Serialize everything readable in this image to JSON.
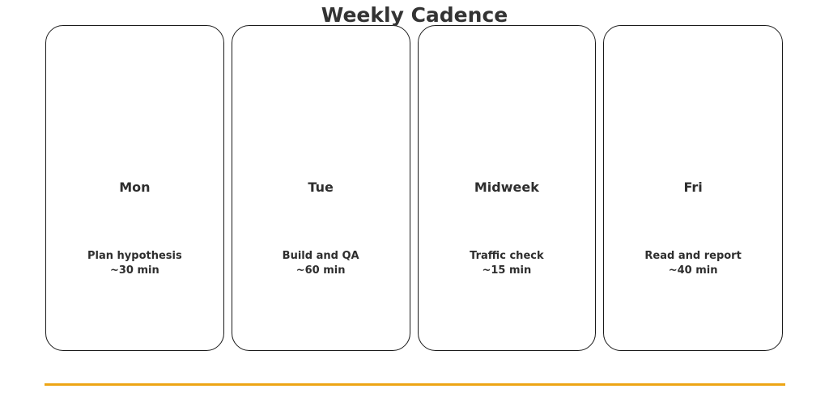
{
  "header": {
    "title": "Weekly Cadence"
  },
  "theme": {
    "background": "#ffffff",
    "card_border": "#1a1a1a",
    "text": "#2e2e2e",
    "title_text": "#333333",
    "accent": "#EDA514"
  },
  "cards": [
    {
      "day": "Mon",
      "task": "Plan hypothesis",
      "duration": "~30 min"
    },
    {
      "day": "Tue",
      "task": "Build and QA",
      "duration": "~60 min"
    },
    {
      "day": "Midweek",
      "task": "Traffic check",
      "duration": "~15 min"
    },
    {
      "day": "Fri",
      "task": "Read and report",
      "duration": "~40 min"
    }
  ],
  "footer": {
    "accent_rule": true
  }
}
